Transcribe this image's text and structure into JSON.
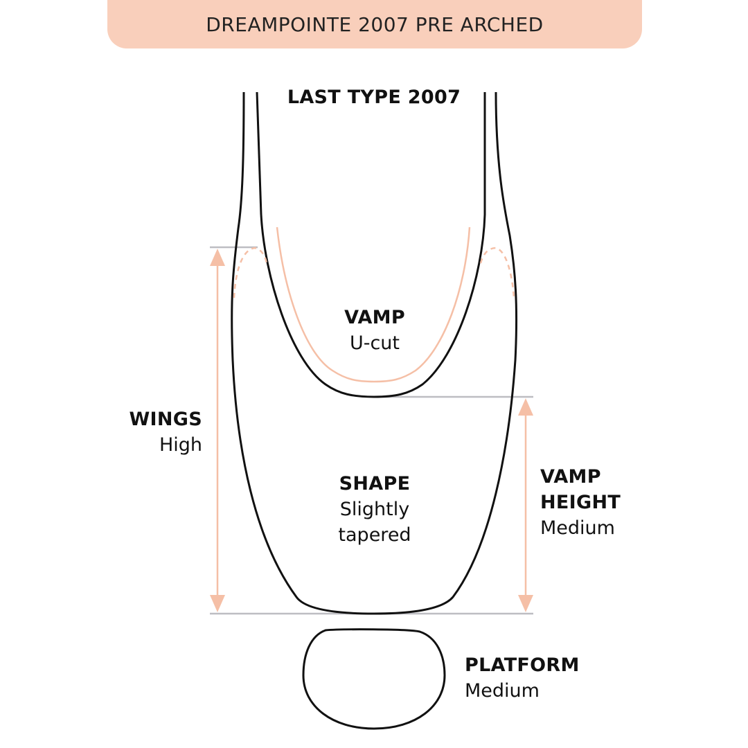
{
  "banner": {
    "title": "DREAMPOINTE 2007 PRE ARCHED"
  },
  "labels": {
    "last_type": "LAST TYPE 2007",
    "vamp": {
      "heading": "VAMP",
      "value": "U-cut"
    },
    "wings": {
      "heading": "WINGS",
      "value": "High"
    },
    "shape": {
      "heading": "SHAPE",
      "value_line1": "Slightly",
      "value_line2": "tapered"
    },
    "vamp_height": {
      "heading_line1": "VAMP",
      "heading_line2": "HEIGHT",
      "value": "Medium"
    },
    "platform": {
      "heading": "PLATFORM",
      "value": "Medium"
    }
  },
  "colors": {
    "banner_bg": "#f9cfbb",
    "accent_peach": "#f5bfa6",
    "outline": "#111111",
    "guide_gray": "#bdbdc2"
  }
}
